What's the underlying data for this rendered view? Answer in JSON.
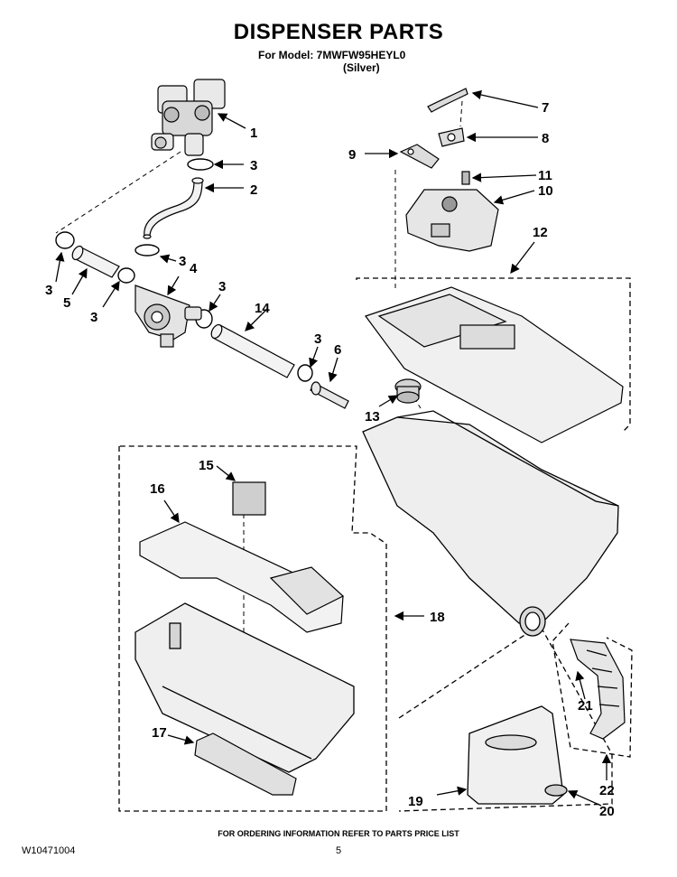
{
  "header": {
    "title": "DISPENSER PARTS",
    "model_line": "For Model: 7MWFW95HEYL0",
    "color_line": "(Silver)"
  },
  "callouts": [
    "1",
    "2",
    "3",
    "4",
    "5",
    "6",
    "7",
    "8",
    "9",
    "10",
    "11",
    "12",
    "13",
    "14",
    "15",
    "16",
    "17",
    "18",
    "19",
    "20",
    "21",
    "22"
  ],
  "footer": {
    "note": "FOR ORDERING INFORMATION REFER TO PARTS PRICE LIST",
    "doc_number": "W10471004",
    "page": "5"
  }
}
